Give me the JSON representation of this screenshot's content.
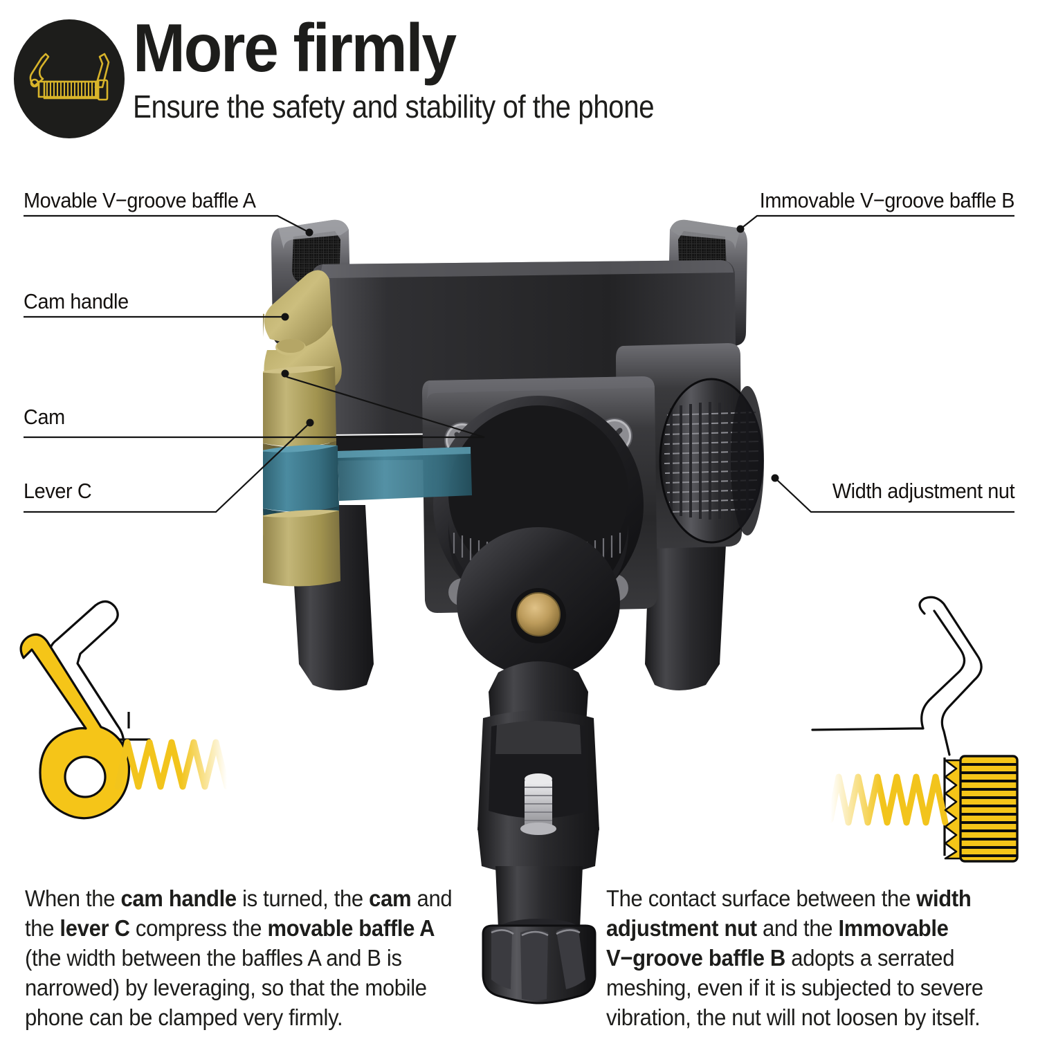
{
  "header": {
    "title": "More firmly",
    "subtitle": "Ensure the safety and stability of the phone",
    "badge_icon": "clamp-spring-icon",
    "badge_bg_color": "#1d1d1b",
    "badge_stroke_color": "#d8b42a"
  },
  "callouts": [
    {
      "id": "baffle-a",
      "label": "Movable V−groove baffle A",
      "side": "left"
    },
    {
      "id": "cam-handle",
      "label": "Cam handle",
      "side": "left"
    },
    {
      "id": "cam",
      "label": "Cam",
      "side": "left"
    },
    {
      "id": "lever-c",
      "label": "Lever C",
      "side": "left"
    },
    {
      "id": "baffle-b",
      "label": "Immovable V−groove baffle B",
      "side": "right"
    },
    {
      "id": "width-nut",
      "label": "Width adjustment nut",
      "side": "right"
    }
  ],
  "product": {
    "name": "bike-phone-holder",
    "colors": {
      "body_dark": "#2c2c2e",
      "body_mid": "#4a4a4d",
      "body_light": "#7c7c80",
      "cam_brass": "#a89a5c",
      "cam_brass_light": "#c8ba78",
      "lever_teal": "#3d7b8c",
      "pad_black": "#171717",
      "screw_silver": "#c9c9cc",
      "brass_pin": "#b99a5e"
    }
  },
  "schematics": {
    "left": {
      "name": "cam-lever-spring-schematic",
      "lever_fill": "#f5c518",
      "outline": "#0d0d0d",
      "spring_color": "#f2c41c",
      "caption_ref": "text_blocks.left"
    },
    "right": {
      "name": "serrated-nut-spring-schematic",
      "nut_fill": "#f5c518",
      "outline": "#0d0d0d",
      "spring_color": "#f2c41c",
      "caption_ref": "text_blocks.right"
    }
  },
  "text_blocks": {
    "left": {
      "runs": [
        {
          "t": "When the ",
          "b": false
        },
        {
          "t": "cam handle",
          "b": true
        },
        {
          "t": " is turned, the ",
          "b": false
        },
        {
          "t": "cam",
          "b": true
        },
        {
          "t": " and the ",
          "b": false
        },
        {
          "t": "lever C",
          "b": true
        },
        {
          "t": " compress the ",
          "b": false
        },
        {
          "t": "movable baffle A",
          "b": true
        },
        {
          "t": " (the width between the baffles A and B is narrowed) by leveraging, so that the mobile phone can be clamped very firmly.",
          "b": false
        }
      ]
    },
    "right": {
      "runs": [
        {
          "t": "The contact surface between the ",
          "b": false
        },
        {
          "t": "width adjustment nut",
          "b": true
        },
        {
          "t": " and the ",
          "b": false
        },
        {
          "t": "Immovable V−groove baffle B",
          "b": true
        },
        {
          "t": " adopts a serrated meshing, even if it is subjected to severe vibration, the nut will not loosen by itself.",
          "b": false
        }
      ]
    }
  }
}
